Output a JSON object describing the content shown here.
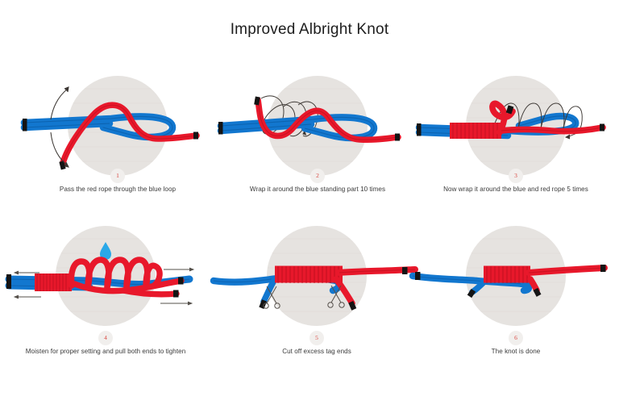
{
  "title": "Improved Albright Knot",
  "colors": {
    "background": "#ffffff",
    "rope_blue": "#1277cf",
    "rope_blue_dark": "#0b5ca6",
    "rope_red": "#e8182b",
    "rope_red_dark": "#b50f1d",
    "rope_cap": "#141414",
    "circle_bg": "#e6e3e0",
    "badge_bg": "#f1efed",
    "badge_text": "#d8453f",
    "caption_text": "#3a3a3a",
    "title_text": "#1d1d1d",
    "arrow": "#3c3733",
    "droplet": "#2aa8e8"
  },
  "steps": [
    {
      "number": "1",
      "caption": "Pass the red rope through the blue loop",
      "icons": [
        "curved-arrow-up-icon",
        "curved-arrow-down-icon"
      ]
    },
    {
      "number": "2",
      "caption": "Wrap it around the blue standing part 10 times",
      "icons": [
        "coil-path-arrow-icon"
      ]
    },
    {
      "number": "3",
      "caption": "Now wrap it around the blue and red rope 5 times",
      "icons": [
        "coil-path-arrow-icon"
      ]
    },
    {
      "number": "4",
      "caption": "Moisten for proper setting and pull both ends to tighten",
      "icons": [
        "water-droplet-icon",
        "pull-arrow-left-icon",
        "pull-arrow-right-icon"
      ]
    },
    {
      "number": "5",
      "caption": "Cut off excess tag ends",
      "icons": [
        "scissors-icon",
        "scissors-icon"
      ]
    },
    {
      "number": "6",
      "caption": "The knot is done",
      "icons": []
    }
  ]
}
